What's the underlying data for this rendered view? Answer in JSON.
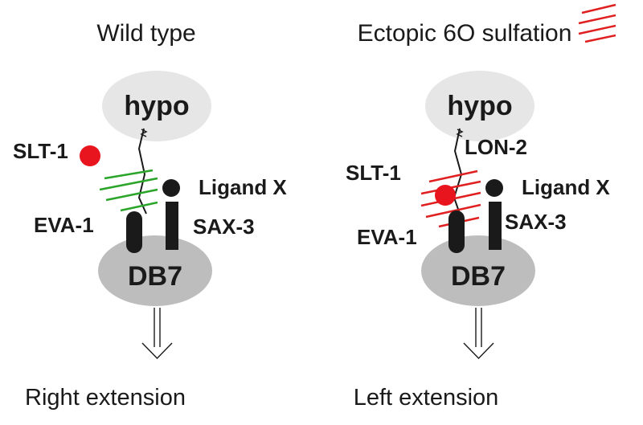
{
  "left_panel": {
    "title": "Wild type",
    "hypo_label": "hypo",
    "cell_label": "DB7",
    "slt1_label": "SLT-1",
    "ligand_label": "Ligand X",
    "eva1_label": "EVA-1",
    "sax3_label": "SAX-3",
    "outcome": "Right extension",
    "sulfation_color": "#2aa52a"
  },
  "right_panel": {
    "title": "Ectopic 6O sulfation",
    "hypo_label": "hypo",
    "cell_label": "DB7",
    "lon2_label": "LON-2",
    "slt1_label": "SLT-1",
    "ligand_label": "Ligand X",
    "eva1_label": "EVA-1",
    "sax3_label": "SAX-3",
    "outcome": "Left extension",
    "sulfation_color": "#e02020"
  },
  "colors": {
    "hypo_fill": "#e6e6e6",
    "cell_fill": "#bdbdbd",
    "receptor_fill": "#1a1a1a",
    "slt1_fill": "#e8141e"
  },
  "icons": [
    "arrow-down-double-icon",
    "sulfation-legend-icon"
  ]
}
